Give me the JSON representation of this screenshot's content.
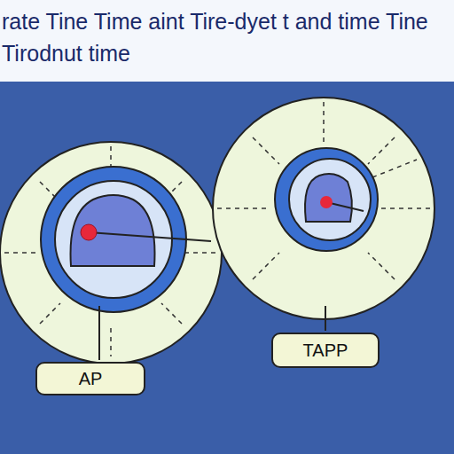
{
  "diagram": {
    "title": "rate Tine Time aint Tire-dyet t and time Tine Tirodnut time",
    "nodes": [
      {
        "text": [
          "AP"
        ]
      },
      {
        "text": [
          "TAPP"
        ]
      }
    ]
  }
}
